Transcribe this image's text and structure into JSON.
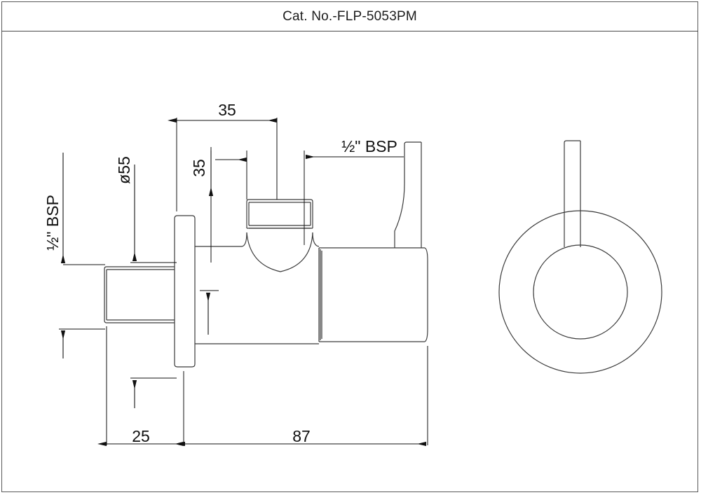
{
  "sheet": {
    "title": "Cat. No.-FLP-5053PM",
    "background_color": "#ffffff",
    "border_color": "#5a5a5a",
    "line_color": "#3a3a3a",
    "dimension_color": "#111111"
  },
  "drawing": {
    "name": "angle-valve-technical-drawing",
    "views": [
      {
        "id": "front-elevation",
        "label": "front-elevation-view"
      },
      {
        "id": "side-elevation",
        "label": "side-elevation-view"
      }
    ]
  },
  "dimensions": {
    "inlet_thread": "½\" BSP",
    "flange_diameter": "ø55",
    "top_offset": "35",
    "spindle_offset": "35",
    "outlet_thread": "½\" BSP",
    "flange_projection": "25",
    "overall_length": "87"
  },
  "labels": [
    {
      "name": "inlet-thread-label",
      "text": "½\" BSP",
      "rotated": true
    },
    {
      "name": "flange-diameter-label",
      "text": "ø55",
      "rotated": true
    },
    {
      "name": "top-width-label",
      "text": "35",
      "rotated": false
    },
    {
      "name": "spindle-offset-label",
      "text": "35",
      "rotated": true
    },
    {
      "name": "outlet-thread-label",
      "text": "½\" BSP",
      "rotated": false
    },
    {
      "name": "flange-projection-label",
      "text": "25",
      "rotated": false
    },
    {
      "name": "overall-length-label",
      "text": "87",
      "rotated": false
    }
  ]
}
